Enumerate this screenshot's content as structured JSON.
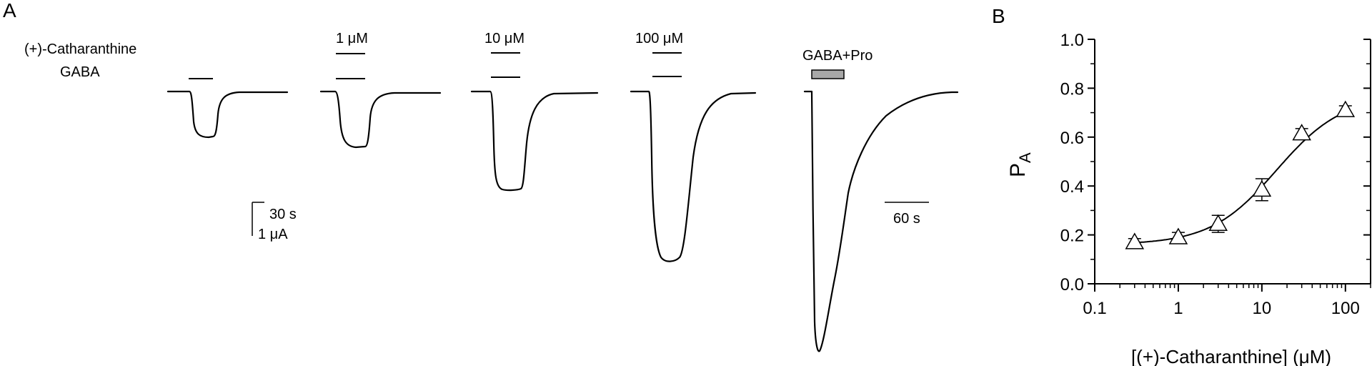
{
  "panel_a": {
    "label": "A",
    "rows": {
      "cath": "(+)-Catharanthine",
      "gaba": "GABA"
    },
    "conc_labels": [
      "1 μM",
      "10 μM",
      "100 μM"
    ],
    "gaba_pro_label": "GABA+Pro",
    "scalebar_left": {
      "time": "30 s",
      "current": "1 μA"
    },
    "scalebar_right": {
      "time": "60 s"
    }
  },
  "panel_b": {
    "label": "B",
    "ylabel_main": "P",
    "ylabel_sub": "A",
    "xlabel": "[(+)-Catharanthine] (μM)"
  },
  "chart_data": {
    "type": "scatter",
    "xscale": "log",
    "xlim": [
      0.1,
      200
    ],
    "ylim": [
      0,
      1.0
    ],
    "xticks": [
      "0.1",
      "1",
      "10",
      "100"
    ],
    "yticks": [
      "0.0",
      "0.2",
      "0.4",
      "0.6",
      "0.8",
      "1.0"
    ],
    "x": [
      0.3,
      1,
      3,
      10,
      30,
      100
    ],
    "y": [
      0.17,
      0.19,
      0.245,
      0.385,
      0.615,
      0.71
    ],
    "yerr": [
      0.015,
      0.02,
      0.035,
      0.045,
      0.02,
      0.018
    ],
    "marker": "open-triangle",
    "fit": {
      "bottom": 0.16,
      "top": 0.77,
      "ec50": 15,
      "hill": 1.1
    }
  }
}
